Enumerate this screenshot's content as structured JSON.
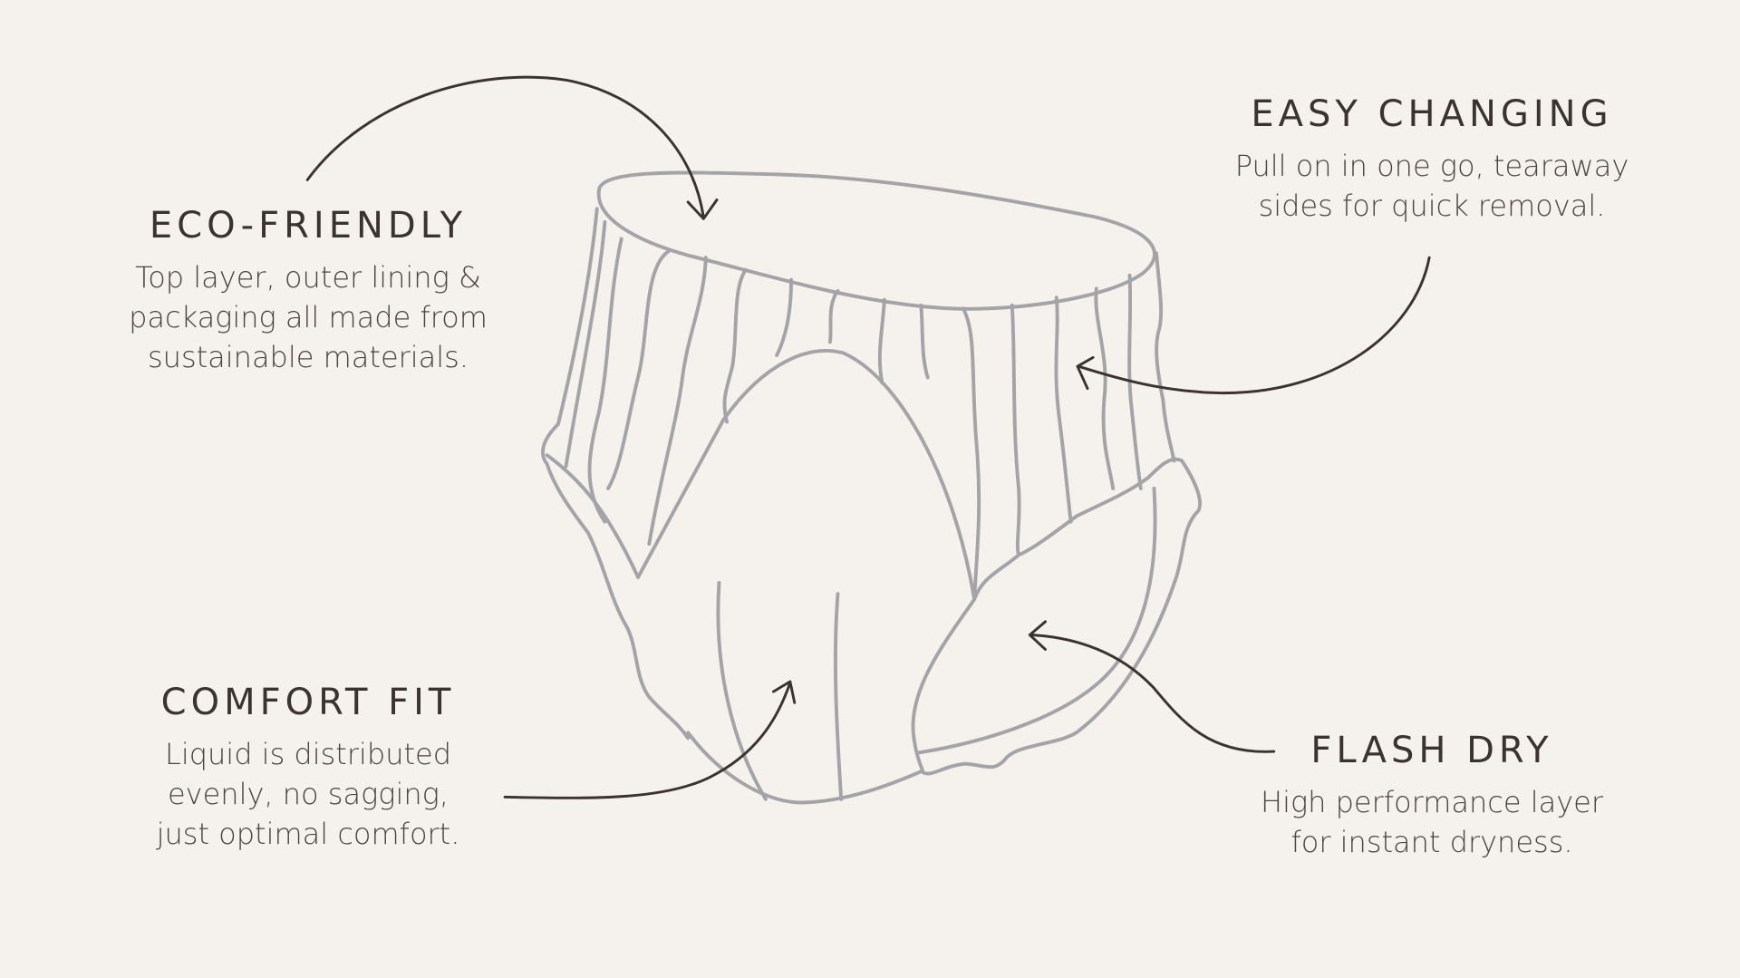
{
  "features": [
    {
      "title": "ECO-FRIENDLY",
      "lines": [
        "Top layer, outer lining &",
        "packaging all made from",
        "sustainable materials."
      ]
    },
    {
      "title": "EASY CHANGING",
      "lines": [
        "Pull on in one go, tearaway",
        "sides for quick removal."
      ]
    },
    {
      "title": "COMFORT FIT",
      "lines": [
        "Liquid is distributed",
        "evenly, no sagging,",
        "just optimal comfort."
      ]
    },
    {
      "title": "FLASH DRY",
      "lines": [
        "High performance layer",
        "for instant dryness."
      ]
    }
  ],
  "colors": {
    "background": "#f5f2ed",
    "heading": "#3a3330",
    "body": "#4a4442",
    "illustration": "#a4a4a8",
    "arrow": "#3a3330"
  }
}
